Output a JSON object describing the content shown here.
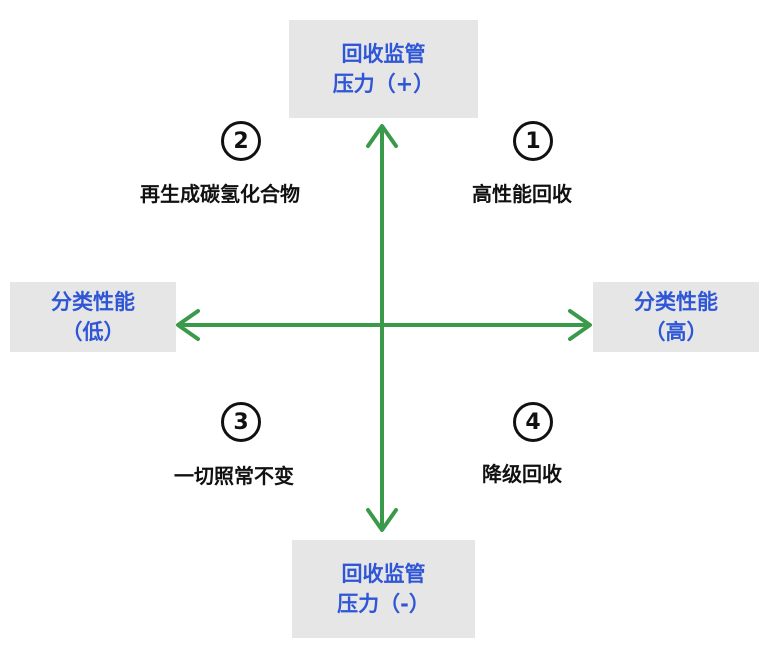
{
  "axes": {
    "top": {
      "line1": "回收监管",
      "line2": "压力（+）"
    },
    "bottom": {
      "line1": "回收监管",
      "line2": "压力（-）"
    },
    "left": {
      "line1": "分类性能",
      "line2": "（低）"
    },
    "right": {
      "line1": "分类性能",
      "line2": "（高）"
    }
  },
  "quadrants": {
    "q1": {
      "number": "1",
      "label": "高性能回收"
    },
    "q2": {
      "number": "2",
      "label": "再生成碳氢化合物"
    },
    "q3": {
      "number": "3",
      "label": "一切照常不变"
    },
    "q4": {
      "number": "4",
      "label": "降级回收"
    }
  },
  "colors": {
    "arrow": "#3a9a4a",
    "axis_text": "#2f56d6",
    "box_bg": "#e6e6e6"
  }
}
